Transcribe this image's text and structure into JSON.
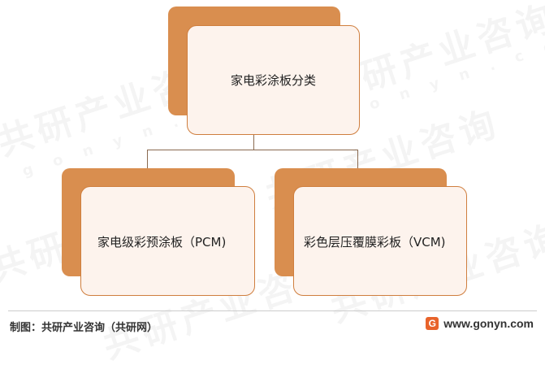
{
  "diagram": {
    "root": {
      "label": "家电彩涂板分类"
    },
    "children": [
      {
        "label": "家电级彩预涂板（PCM)"
      },
      {
        "label": "彩色层压覆膜彩板（VCM)"
      }
    ]
  },
  "footer": {
    "source": "制图：共研产业咨询（共研网）",
    "logo_letter": "G",
    "url": "www.gonyn.com"
  },
  "watermark": {
    "cn": "共研产业咨询",
    "en": "g o n y n . c o m"
  },
  "colors": {
    "accent": "#d98e4f",
    "card_fill": "#fdf3ed",
    "card_border": "#cf7e3e",
    "connector": "#8a6a50"
  }
}
